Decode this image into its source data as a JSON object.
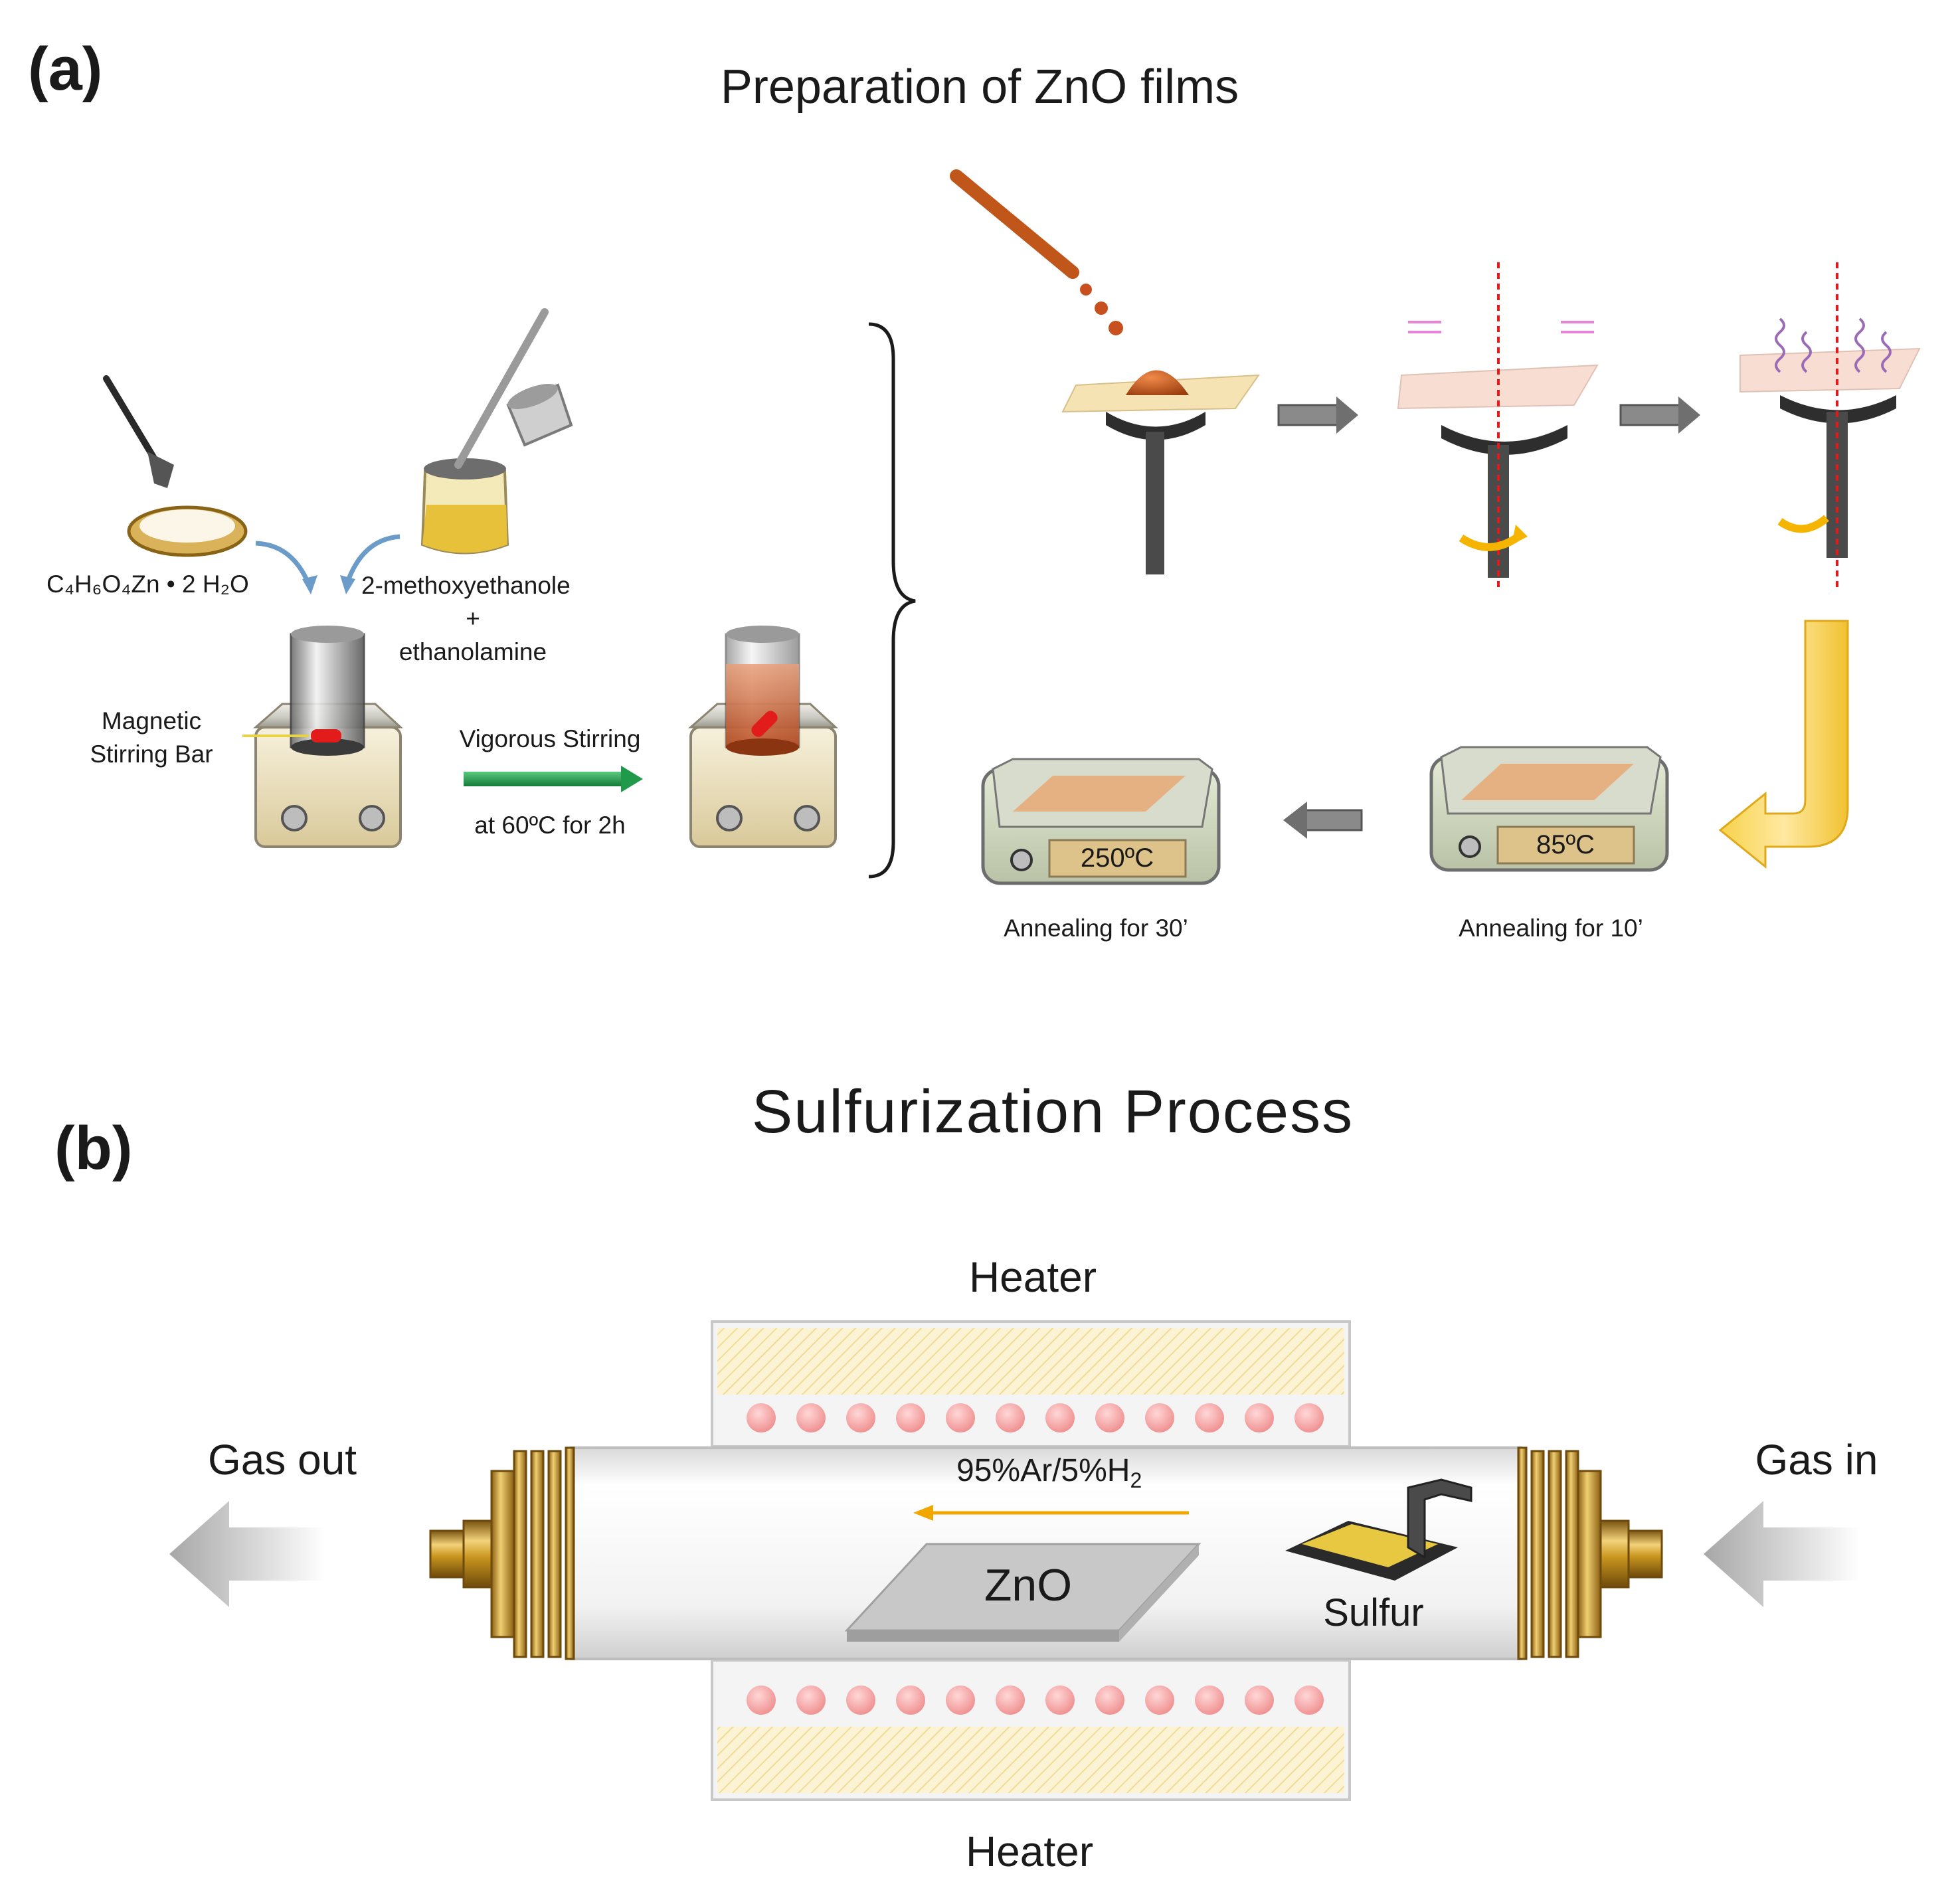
{
  "panel_a": {
    "label": "(a)",
    "title": "Preparation of ZnO films",
    "precursor_formula": "C₄H₆O₄Zn • 2 H₂O",
    "solvent": "2-methoxyethanole",
    "plus": "+",
    "stabilizer": "ethanolamine",
    "stir_bar_line1": "Magnetic",
    "stir_bar_line2": "Stirring Bar",
    "stir_label": "Vigorous Stirring",
    "stir_condition": "at 60ºC for 2h",
    "hotplate_1_temp": "85ºC",
    "hotplate_2_temp": "250ºC",
    "anneal_1": "Annealing for 10’",
    "anneal_2": "Annealing for 30’"
  },
  "panel_b": {
    "label": "(b)",
    "title": "Sulfurization Process",
    "heater_top": "Heater",
    "heater_bottom": "Heater",
    "gas_out": "Gas out",
    "gas_in": "Gas in",
    "gas_mix": "95%Ar/5%H",
    "gas_mix_sub": "2",
    "sample": "ZnO",
    "source": "Sulfur"
  },
  "colors": {
    "brass": "#c9961f",
    "arrow_gray": "#6f6f6f",
    "flow_arrow": "#f0a800",
    "green_arrow": "#1f9a4a",
    "heater_dot": "#f4a3a3",
    "solution": "#c8501e"
  }
}
